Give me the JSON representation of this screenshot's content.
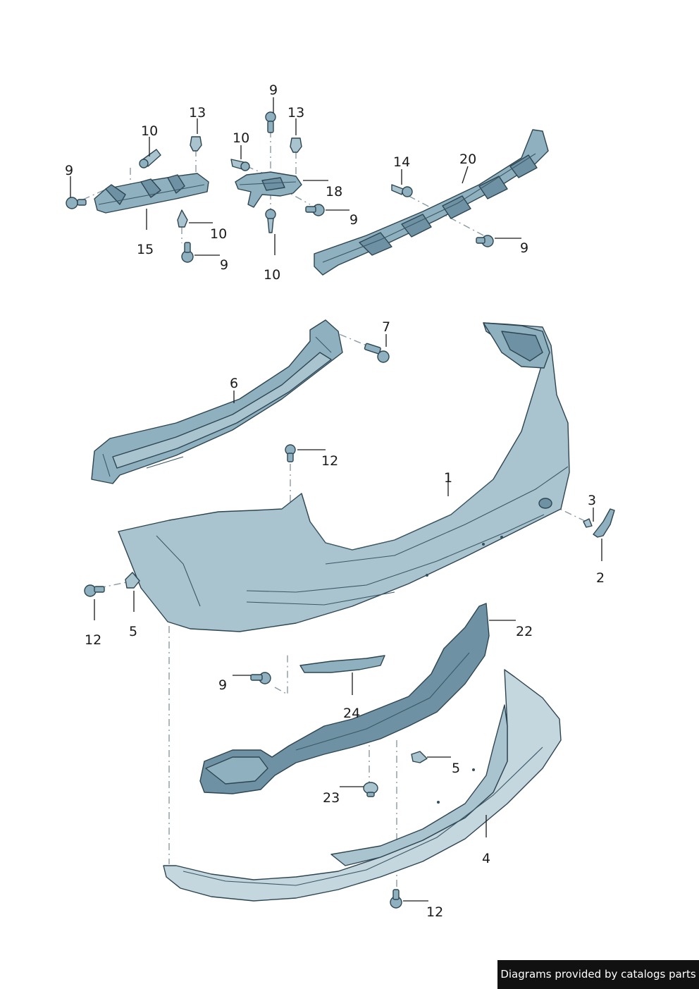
{
  "credit": "Diagrams provided by catalogs parts",
  "callouts": [
    {
      "id": "c-9-a",
      "label": "9"
    },
    {
      "id": "c-10-a",
      "label": "10"
    },
    {
      "id": "c-13-a",
      "label": "13"
    },
    {
      "id": "c-15",
      "label": "15"
    },
    {
      "id": "c-10-b",
      "label": "10"
    },
    {
      "id": "c-9-b",
      "label": "9"
    },
    {
      "id": "c-9-c",
      "label": "9"
    },
    {
      "id": "c-13-b",
      "label": "13"
    },
    {
      "id": "c-10-c",
      "label": "10"
    },
    {
      "id": "c-18",
      "label": "18"
    },
    {
      "id": "c-9-d",
      "label": "9"
    },
    {
      "id": "c-10-d",
      "label": "10"
    },
    {
      "id": "c-14",
      "label": "14"
    },
    {
      "id": "c-20",
      "label": "20"
    },
    {
      "id": "c-9-e",
      "label": "9"
    },
    {
      "id": "c-7",
      "label": "7"
    },
    {
      "id": "c-6",
      "label": "6"
    },
    {
      "id": "c-12-a",
      "label": "12"
    },
    {
      "id": "c-1",
      "label": "1"
    },
    {
      "id": "c-3",
      "label": "3"
    },
    {
      "id": "c-2",
      "label": "2"
    },
    {
      "id": "c-12-b",
      "label": "12"
    },
    {
      "id": "c-5-a",
      "label": "5"
    },
    {
      "id": "c-22",
      "label": "22"
    },
    {
      "id": "c-9-f",
      "label": "9"
    },
    {
      "id": "c-24",
      "label": "24"
    },
    {
      "id": "c-5-b",
      "label": "5"
    },
    {
      "id": "c-23",
      "label": "23"
    },
    {
      "id": "c-4",
      "label": "4"
    },
    {
      "id": "c-12-c",
      "label": "12"
    }
  ]
}
